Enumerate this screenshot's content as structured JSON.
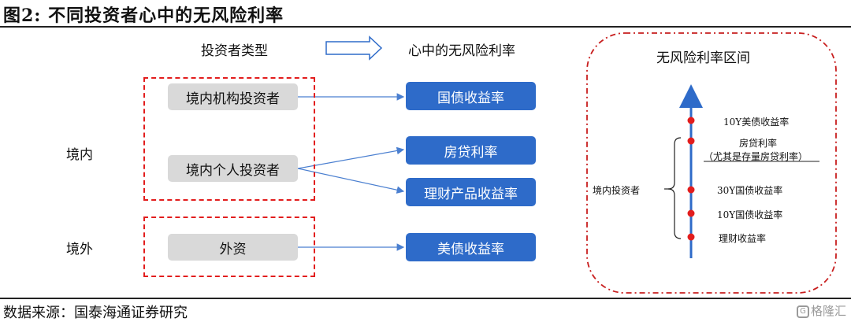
{
  "figure": {
    "title": "图2:  不同投资者心中的无风险利率",
    "source": "数据来源：国泰海通证券研究",
    "watermark": "格隆汇",
    "watermark_icon": "G-logo-icon"
  },
  "headers": {
    "investor_type": "投资者类型",
    "risk_free_rate": "心中的无风险利率"
  },
  "groups": {
    "domestic": "境内",
    "foreign": "境外"
  },
  "investors": {
    "domestic_institutional": "境内机构投资者",
    "domestic_individual": "境内个人投资者",
    "foreign_capital": "外资"
  },
  "rates": {
    "treasury_yield": "国债收益率",
    "mortgage_rate": "房贷利率",
    "wealth_product_yield": "理财产品收益率",
    "us_treasury_yield": "美债收益率"
  },
  "range_panel": {
    "title": "无风险利率区间",
    "investor_label": "境内投资者",
    "levels": [
      "10Y美债收益率",
      "房贷利率",
      "（尤其是存量房贷利率）",
      "30Y国债收益率",
      "10Y国债收益率",
      "理财收益率"
    ]
  },
  "colors": {
    "blue": "#2e6bc9",
    "red": "#e21d1d",
    "gray": "#d9d9d9"
  }
}
